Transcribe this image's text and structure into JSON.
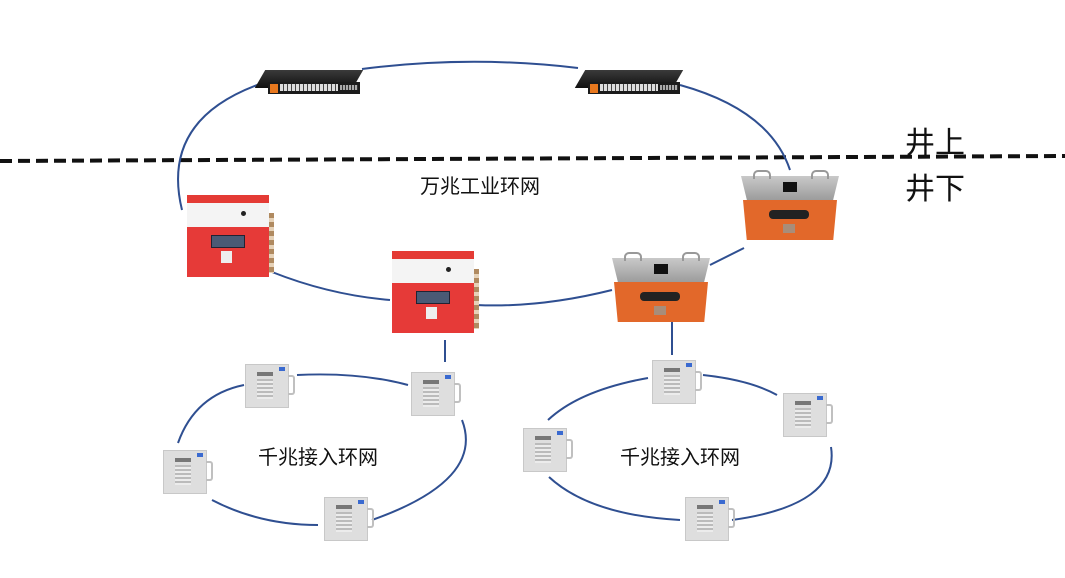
{
  "diagram": {
    "zones": {
      "above_ground": "井上",
      "underground": "井下"
    },
    "rings": {
      "backbone": {
        "title": "万兆工业环网",
        "nodes": [
          "switch-1",
          "switch-2",
          "red-box-1",
          "red-box-2",
          "orange-box-1",
          "orange-box-2"
        ]
      },
      "access_left": {
        "title": "千兆接入环网",
        "nodes": 4
      },
      "access_right": {
        "title": "千兆接入环网",
        "nodes": 4
      }
    },
    "device_icons": {
      "switch": "rack-switch-icon",
      "red_box": "mining-switch-box-red-icon",
      "orange_box": "mining-switch-box-orange-icon",
      "gray_box": "access-switch-box-gray-icon"
    },
    "colors": {
      "ring_line": "#2f4f91",
      "boundary_line": "#111111"
    }
  }
}
